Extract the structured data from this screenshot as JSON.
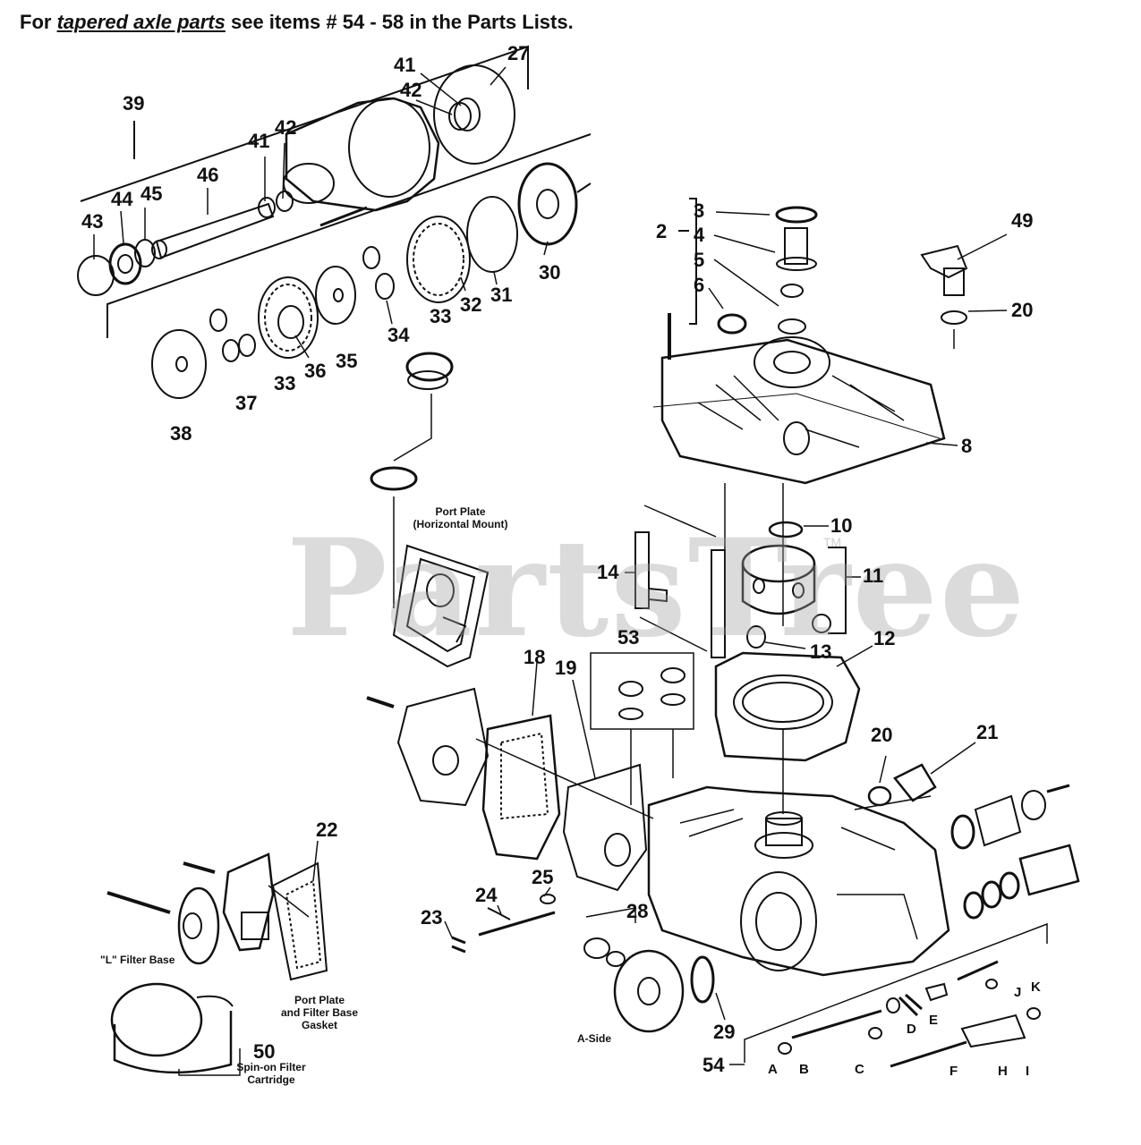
{
  "header": {
    "prefix": "For ",
    "emphasis": "tapered axle parts",
    "suffix": " see items # 54 - 58 in the Parts Lists."
  },
  "watermark": {
    "text": "PartsTree",
    "tm": "TM"
  },
  "callouts": {
    "n39": "39",
    "n41a": "41",
    "n42a": "42",
    "n27": "27",
    "n41b": "41",
    "n42b": "42",
    "n46": "46",
    "n43": "43",
    "n44": "44",
    "n45": "45",
    "n30": "30",
    "n31": "31",
    "n32": "32",
    "n33a": "33",
    "n34": "34",
    "n35": "35",
    "n36": "36",
    "n33b": "33",
    "n37": "37",
    "n38": "38",
    "n2": "2",
    "n3": "3",
    "n4": "4",
    "n5": "5",
    "n6": "6",
    "n49": "49",
    "n20a": "20",
    "n8": "8",
    "n10": "10",
    "n14": "14",
    "n11": "11",
    "n13": "13",
    "n12": "12",
    "n53": "53",
    "n18": "18",
    "n19": "19",
    "n20b": "20",
    "n21": "21",
    "n22": "22",
    "n25": "25",
    "n24": "24",
    "n23": "23",
    "n28": "28",
    "n29": "29",
    "n54": "54",
    "n50": "50",
    "lA": "A",
    "lB": "B",
    "lC": "C",
    "lD": "D",
    "lE": "E",
    "lF": "F",
    "lH": "H",
    "lI": "I",
    "lJ": "J",
    "lK": "K"
  },
  "captions": {
    "port_plate_l1": "Port Plate",
    "port_plate_l2": "(Horizontal Mount)",
    "l_filter_base": "\"L\" Filter Base",
    "gasket_l1": "Port Plate",
    "gasket_l2": "and Filter Base",
    "gasket_l3": "Gasket",
    "spin_l1": "Spin-on Filter",
    "spin_l2": "Cartridge",
    "a_side": "A-Side"
  }
}
